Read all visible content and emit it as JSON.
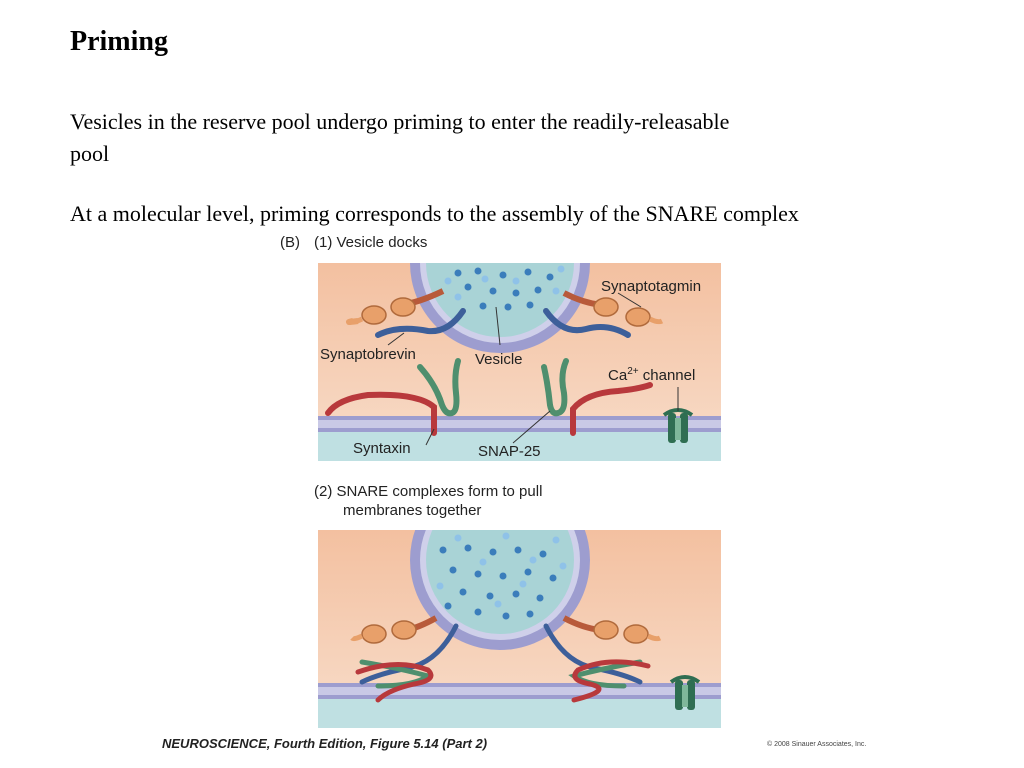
{
  "slide": {
    "title": "Priming",
    "paragraph1": "Vesicles in the reserve pool undergo priming to enter the readily-releasable pool",
    "paragraph2": "At a molecular level, priming corresponds to the assembly of the SNARE complex"
  },
  "figure": {
    "part_label": "(B)",
    "step1_label": "(1)  Vesicle docks",
    "step2_line1": "(2)  SNARE complexes form to pull",
    "step2_line2": "membranes together",
    "labels": {
      "synaptotagmin": "Synaptotagmin",
      "synaptobrevin": "Synaptobrevin",
      "vesicle": "Vesicle",
      "ca_channel_base": "Ca",
      "ca_channel_sup": "2+",
      "ca_channel_suffix": " channel",
      "syntaxin": "Syntaxin",
      "snap25": "SNAP-25"
    },
    "caption": "NEUROSCIENCE, Fourth Edition, Figure 5.14 (Part 2)",
    "copyright": "© 2008 Sinauer Associates, Inc."
  },
  "colors": {
    "background_peach": "#f2c4a6",
    "vesicle_fill": "#a9d3d6",
    "vesicle_membrane": "#8e8ec8",
    "plasma_membrane": "#9d9dcf",
    "synaptobrevin": "#3d5f9a",
    "syntaxin": "#b8393c",
    "snap25": "#4f8f6e",
    "synaptotagmin": "#e8a06a",
    "channel": "#2f6e52"
  }
}
